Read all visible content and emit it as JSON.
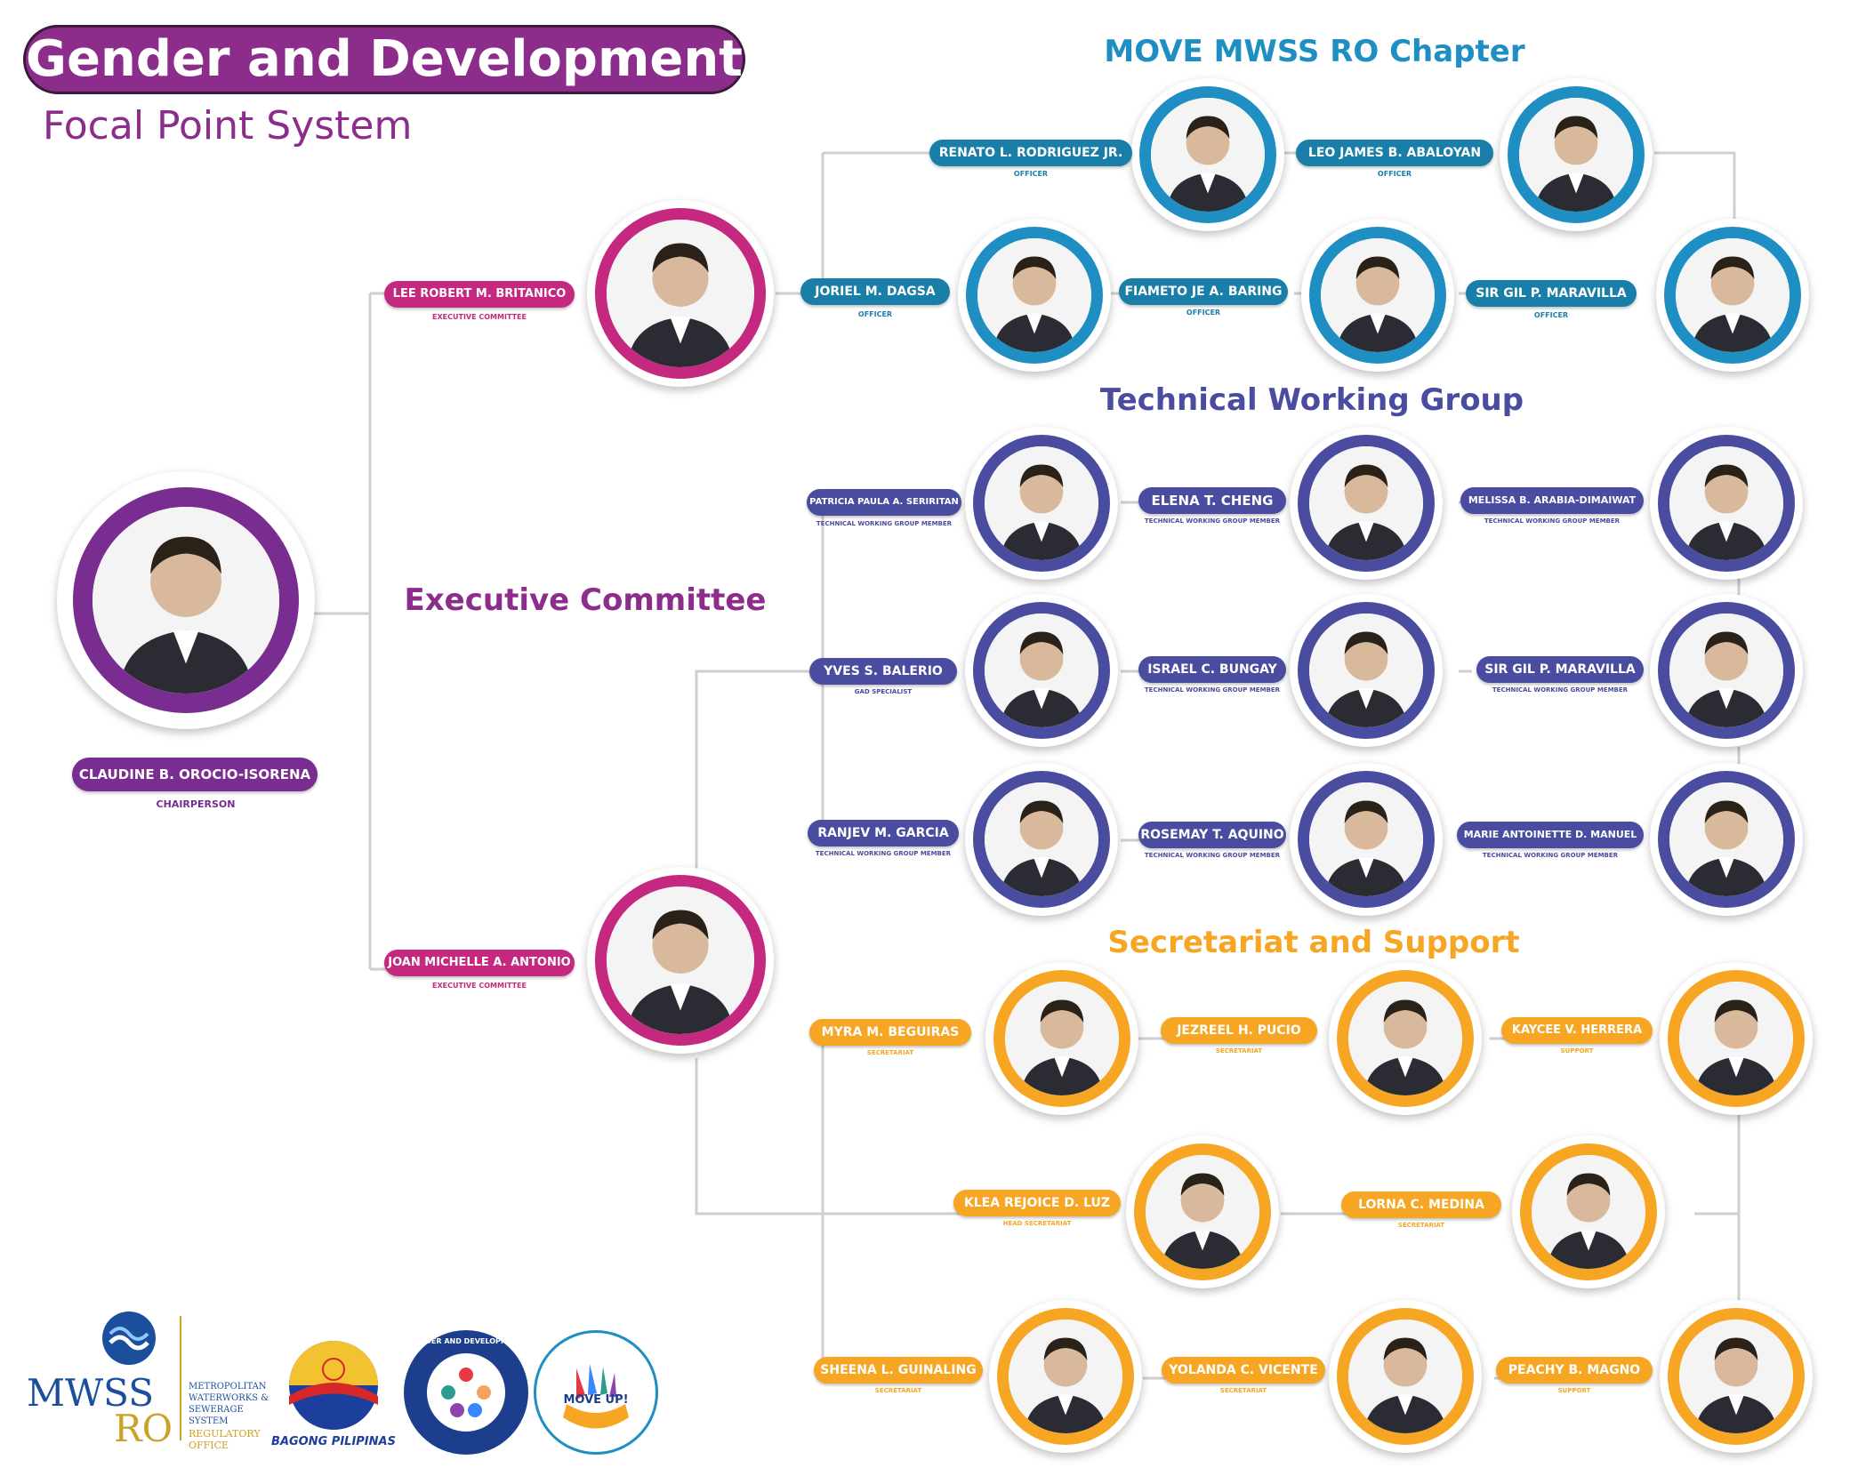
{
  "header": {
    "title": "Gender and Development",
    "subtitle": "Focal Point System"
  },
  "sections": {
    "move": "MOVE MWSS RO Chapter",
    "twg": "Technical Working Group",
    "exec": "Executive Committee",
    "secretariat": "Secretariat and Support"
  },
  "colors": {
    "purple": "#8c2d8c",
    "magenta": "#c4287f",
    "blue": "#1f8ec2",
    "indigo": "#4a4ca0",
    "orange": "#f6a623"
  },
  "people": {
    "chair": {
      "name": "CLAUDINE B. OROCIO-ISORENA",
      "role": "CHAIRPERSON"
    },
    "exec1": {
      "name": "LEE ROBERT M. BRITANICO",
      "role": "EXECUTIVE COMMITTEE"
    },
    "exec2": {
      "name": "JOAN MICHELLE A. ANTONIO",
      "role": "EXECUTIVE COMMITTEE"
    },
    "move1": {
      "name": "RENATO L. RODRIGUEZ JR.",
      "role": "OFFICER"
    },
    "move2": {
      "name": "LEO JAMES B. ABALOYAN",
      "role": "OFFICER"
    },
    "move3": {
      "name": "JORIEL M. DAGSA",
      "role": "OFFICER"
    },
    "move4": {
      "name": "FIAMETO JE A. BARING",
      "role": "OFFICER"
    },
    "move5": {
      "name": "SIR GIL P. MARAVILLA",
      "role": "OFFICER"
    },
    "twg1": {
      "name": "PATRICIA PAULA A. SERIRITAN",
      "role": "TECHNICAL WORKING GROUP MEMBER"
    },
    "twg2": {
      "name": "ELENA T. CHENG",
      "role": "TECHNICAL WORKING GROUP MEMBER"
    },
    "twg3": {
      "name": "MELISSA B. ARABIA-DIMAIWAT",
      "role": "TECHNICAL WORKING GROUP MEMBER"
    },
    "twg4": {
      "name": "YVES S. BALERIO",
      "role": "GAD SPECIALIST"
    },
    "twg5": {
      "name": "ISRAEL C. BUNGAY",
      "role": "TECHNICAL WORKING GROUP MEMBER"
    },
    "twg6": {
      "name": "SIR GIL P. MARAVILLA",
      "role": "TECHNICAL WORKING GROUP MEMBER"
    },
    "twg7": {
      "name": "RANJEV M. GARCIA",
      "role": "TECHNICAL WORKING GROUP MEMBER"
    },
    "twg8": {
      "name": "ROSEMAY T. AQUINO",
      "role": "TECHNICAL WORKING GROUP MEMBER"
    },
    "twg9": {
      "name": "MARIE ANTOINETTE D. MANUEL",
      "role": "TECHNICAL WORKING GROUP MEMBER"
    },
    "sec1": {
      "name": "MYRA M. BEGUIRAS",
      "role": "SECRETARIAT"
    },
    "sec2": {
      "name": "JEZREEL H. PUCIO",
      "role": "SECRETARIAT"
    },
    "sec3": {
      "name": "KAYCEE V. HERRERA",
      "role": "SUPPORT"
    },
    "sec4": {
      "name": "KLEA REJOICE D. LUZ",
      "role": "HEAD SECRETARIAT"
    },
    "sec5": {
      "name": "LORNA C. MEDINA",
      "role": "SECRETARIAT"
    },
    "sec6": {
      "name": "SHEENA L. GUINALING",
      "role": "SECRETARIAT"
    },
    "sec7": {
      "name": "YOLANDA C. VICENTE",
      "role": "SECRETARIAT"
    },
    "sec8": {
      "name": "PEACHY B. MAGNO",
      "role": "SUPPORT"
    }
  },
  "logos": {
    "mwss": {
      "line1": "MWSS",
      "line2": "RO",
      "full1": "METROPOLITAN",
      "full2": "WATERWORKS &",
      "full3": "SEWERAGE",
      "full4": "SYSTEM",
      "full5": "REGULATORY",
      "full6": "OFFICE"
    },
    "bagong": {
      "text": "BAGONG PILIPINAS"
    },
    "gad": {
      "text": "GENDER AND DEVELOPMENT"
    },
    "move": {
      "text": "MOVE UP!"
    }
  }
}
